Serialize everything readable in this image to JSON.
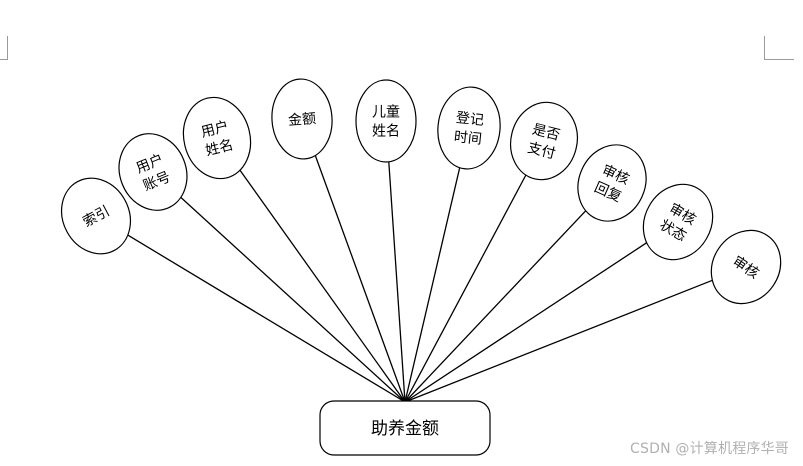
{
  "diagram": {
    "center": {
      "label": "助养金额"
    },
    "attributes": [
      {
        "lines": [
          "索引"
        ]
      },
      {
        "lines": [
          "用户",
          "账号"
        ]
      },
      {
        "lines": [
          "用户",
          "姓名"
        ]
      },
      {
        "lines": [
          "金额"
        ]
      },
      {
        "lines": [
          "儿童",
          "姓名"
        ]
      },
      {
        "lines": [
          "登记",
          "时间"
        ]
      },
      {
        "lines": [
          "是否",
          "支付"
        ]
      },
      {
        "lines": [
          "审核",
          "回复"
        ]
      },
      {
        "lines": [
          "审核",
          "状态"
        ]
      },
      {
        "lines": [
          "审核"
        ]
      }
    ]
  },
  "watermark": "CSDN @计算机程序华哥"
}
